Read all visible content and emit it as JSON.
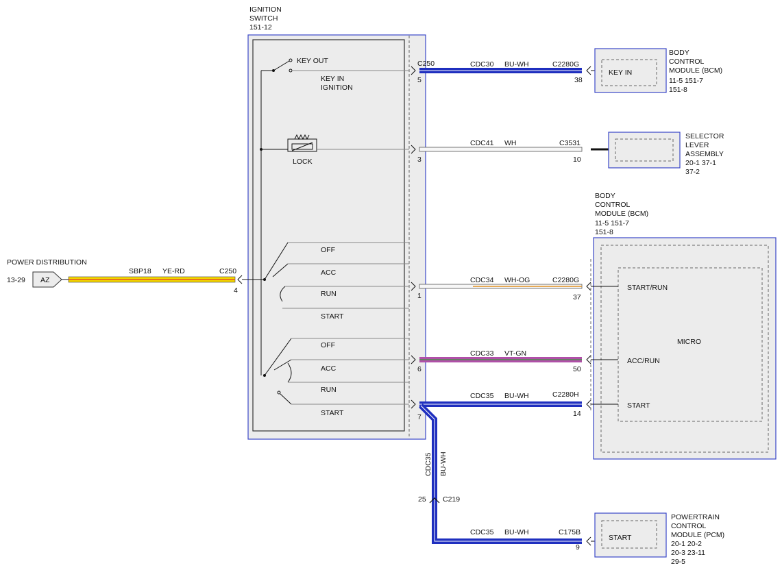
{
  "colors": {
    "blue_wire": "#1f2fbf",
    "yellow_wire": "#f2d400",
    "violet_wire": "#b050a8",
    "green_wire": "#3a9a3a",
    "orange_wire": "#e09020",
    "white_wire": "#f7f7f7",
    "box_border": "#3a46c8",
    "fill": "#ececec"
  },
  "switch": {
    "title1": "IGNITION",
    "title2": "SWITCH",
    "ref": "151-12"
  },
  "labels": {
    "key_out": "KEY OUT",
    "key_in1": "KEY IN",
    "key_in2": "IGNITION",
    "lock": "LOCK",
    "off1": "OFF",
    "acc1": "ACC",
    "run1": "RUN",
    "start1": "START",
    "off2": "OFF",
    "acc2": "ACC",
    "run2": "RUN",
    "start2": "START"
  },
  "power": {
    "title": "POWER DISTRIBUTION",
    "ref": "13-29",
    "tag": "AZ",
    "circuit": "SBP18",
    "color": "YE-RD",
    "conn": "C250",
    "pin": "4"
  },
  "wires": {
    "w1": {
      "conn_left": "C250",
      "pin_left": "5",
      "circuit": "CDC30",
      "color": "BU-WH",
      "conn_right": "C2280G",
      "pin_right": "38"
    },
    "w2": {
      "pin_left": "3",
      "circuit": "CDC41",
      "color": "WH",
      "conn_right": "C3531",
      "pin_right": "10"
    },
    "w3": {
      "pin_left": "1",
      "circuit": "CDC34",
      "color": "WH-OG",
      "conn_right": "C2280G",
      "pin_right": "37"
    },
    "w4": {
      "pin_left": "6",
      "circuit": "CDC33",
      "color": "VT-GN",
      "pin_right": "50"
    },
    "w5": {
      "pin_left": "7",
      "circuit": "CDC35",
      "color": "BU-WH",
      "conn_right": "C2280H",
      "pin_right": "14"
    },
    "vert": {
      "circuit": "CDC35",
      "color": "BU-WH",
      "pin": "25",
      "conn": "C219"
    },
    "pcm": {
      "circuit": "CDC35",
      "color": "BU-WH",
      "conn_right": "C175B",
      "pin_right": "9"
    }
  },
  "bcm1": {
    "inner": "KEY IN",
    "l1": "BODY",
    "l2": "CONTROL",
    "l3": "MODULE (BCM)",
    "l4": "11-5    151-7",
    "l5": "151-8"
  },
  "selector": {
    "l1": "SELECTOR",
    "l2": "LEVER",
    "l3": "ASSEMBLY",
    "l4": "20-1    37-1",
    "l5": "37-2"
  },
  "bcm2": {
    "l1": "BODY",
    "l2": "CONTROL",
    "l3": "MODULE (BCM)",
    "l4": "11-5    151-7",
    "l5": "151-8",
    "micro": "MICRO",
    "start_run": "START/RUN",
    "acc_run": "ACC/RUN",
    "start": "START"
  },
  "pcm": {
    "inner": "START",
    "l1": "POWERTRAIN",
    "l2": "CONTROL",
    "l3": "MODULE (PCM)",
    "l4": "20-1    20-2",
    "l5": "20-3    23-11",
    "l6": "29-5"
  }
}
